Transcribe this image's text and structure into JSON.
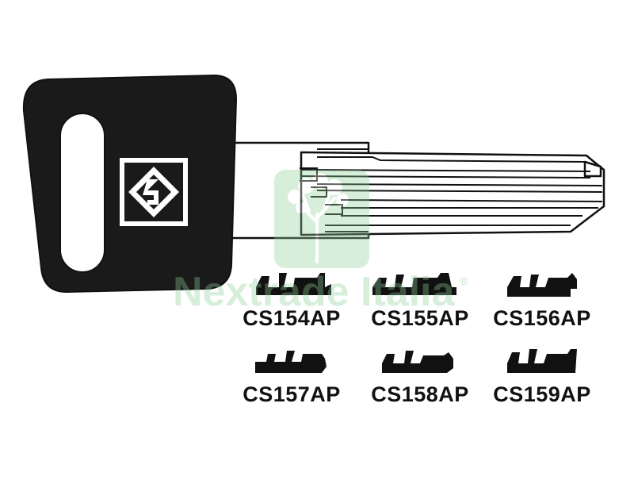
{
  "watermark": {
    "text": "Nextrade Italia",
    "registered": "®",
    "color": "#8fcf96"
  },
  "key": {
    "head_color": "#1a1a1a",
    "blade_color": "#ffffff",
    "outline_color": "#111111",
    "logo": "diamond-s-logo"
  },
  "codes": [
    "CS154AP",
    "CS155AP",
    "CS156AP",
    "CS157AP",
    "CS158AP",
    "CS159AP"
  ]
}
